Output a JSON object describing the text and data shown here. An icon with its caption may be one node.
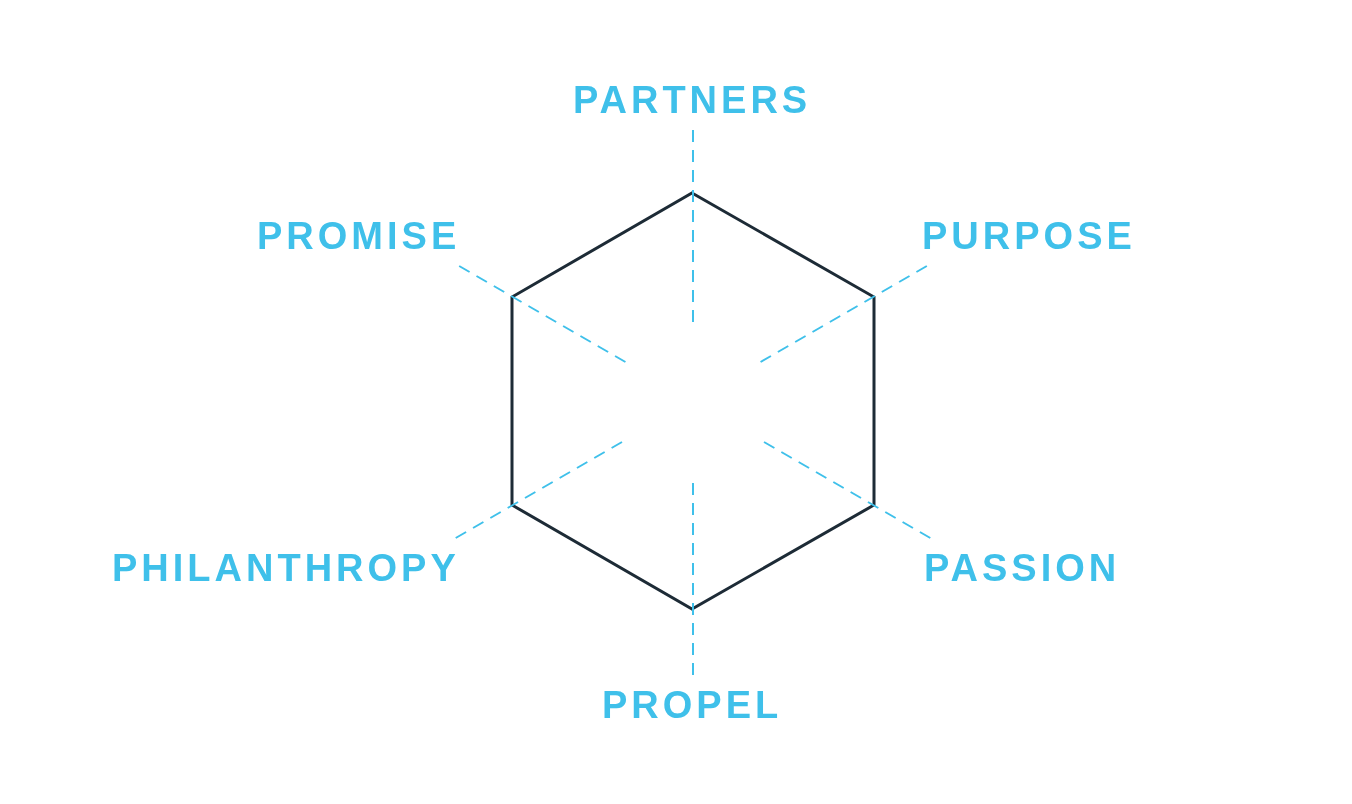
{
  "diagram": {
    "nodes": [
      {
        "text": [
          "PARTNERS"
        ]
      },
      {
        "text": [
          "PROMISE"
        ]
      },
      {
        "text": [
          "PURPOSE"
        ]
      },
      {
        "text": [],
        "shape": "hexagon"
      },
      {
        "text": [
          "PHILANTHROPY"
        ]
      },
      {
        "text": [
          "PASSION"
        ]
      },
      {
        "text": [
          "PROPEL"
        ]
      }
    ],
    "edges": [
      {
        "from": 0,
        "to": 3,
        "arrow": "none",
        "style": "dashed"
      },
      {
        "from": 1,
        "to": 3,
        "arrow": "none",
        "style": "dashed"
      },
      {
        "from": 2,
        "to": 3,
        "arrow": "none",
        "style": "dashed"
      },
      {
        "from": 4,
        "to": 3,
        "arrow": "none",
        "style": "dashed"
      },
      {
        "from": 5,
        "to": 3,
        "arrow": "none",
        "style": "dashed"
      },
      {
        "from": 6,
        "to": 3,
        "arrow": "none",
        "style": "dashed"
      }
    ]
  }
}
